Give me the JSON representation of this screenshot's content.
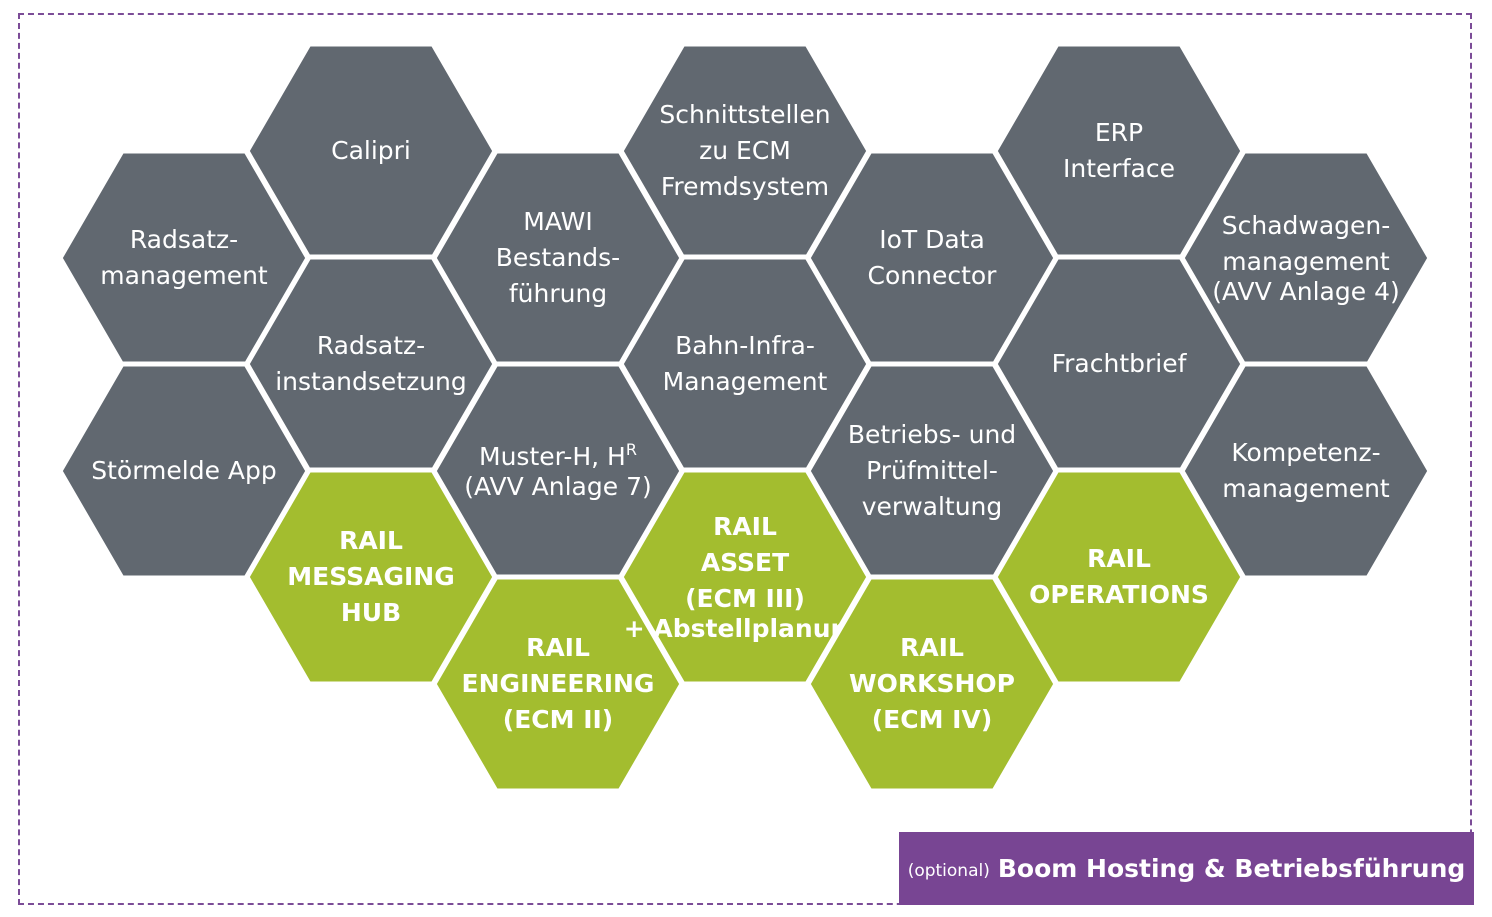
{
  "colors": {
    "gray": "#616870",
    "green": "#a3bd2f",
    "purple": "#784593",
    "frame": "#7b4c97",
    "text": "#ffffff"
  },
  "hexagons": [
    {
      "id": "radsatzmanagement",
      "col": 0,
      "row": 0,
      "type": "gray",
      "lines": [
        "Radsatz-",
        "management"
      ]
    },
    {
      "id": "stoermelde-app",
      "col": 0,
      "row": 1,
      "type": "gray",
      "lines": [
        "Störmelde App"
      ]
    },
    {
      "id": "calipri",
      "col": 1,
      "row": 0,
      "type": "gray",
      "lines": [
        "Calipri"
      ]
    },
    {
      "id": "radsatzinstandsetzung",
      "col": 1,
      "row": 1,
      "type": "gray",
      "lines": [
        "Radsatz-",
        "instandsetzung"
      ]
    },
    {
      "id": "rail-messaging-hub",
      "col": 1,
      "row": 2,
      "type": "green",
      "lines": [
        "RAIL",
        "MESSAGING",
        "HUB"
      ]
    },
    {
      "id": "mawi",
      "col": 2,
      "row": 0,
      "type": "gray",
      "lines": [
        "MAWI",
        "Bestands-",
        "führung"
      ]
    },
    {
      "id": "muster-h",
      "col": 2,
      "row": 1,
      "type": "gray",
      "lines": [
        "Muster-H, H"
      ],
      "superscript": "R",
      "small_lines": [
        "(AVV Anlage 7)"
      ]
    },
    {
      "id": "rail-engineering",
      "col": 2,
      "row": 2,
      "type": "green",
      "lines": [
        "RAIL",
        "ENGINEERING",
        "(ECM II)"
      ]
    },
    {
      "id": "schnittstellen",
      "col": 3,
      "row": 0,
      "type": "gray",
      "lines": [
        "Schnittstellen",
        "zu ECM",
        "Fremdsystem"
      ]
    },
    {
      "id": "bahn-infra",
      "col": 3,
      "row": 1,
      "type": "gray",
      "lines": [
        "Bahn-Infra-",
        "Management"
      ]
    },
    {
      "id": "rail-asset",
      "col": 3,
      "row": 2,
      "type": "green",
      "lines": [
        "RAIL",
        "ASSET",
        "(ECM III)"
      ],
      "small_lines": [
        "+ Abstellplanung"
      ]
    },
    {
      "id": "iot-data-connector",
      "col": 4,
      "row": 0,
      "type": "gray",
      "lines": [
        "IoT Data",
        "Connector"
      ]
    },
    {
      "id": "betriebsmittel",
      "col": 4,
      "row": 1,
      "type": "gray",
      "lines": [
        "Betriebs- und",
        "Prüfmittel-",
        "verwaltung"
      ]
    },
    {
      "id": "rail-workshop",
      "col": 4,
      "row": 2,
      "type": "green",
      "lines": [
        "RAIL",
        "WORKSHOP",
        "(ECM IV)"
      ]
    },
    {
      "id": "erp-interface",
      "col": 5,
      "row": 0,
      "type": "gray",
      "lines": [
        "ERP",
        "Interface"
      ]
    },
    {
      "id": "frachtbrief",
      "col": 5,
      "row": 1,
      "type": "gray",
      "lines": [
        "Frachtbrief"
      ]
    },
    {
      "id": "rail-operations",
      "col": 5,
      "row": 2,
      "type": "green",
      "lines": [
        "RAIL",
        "OPERATIONS"
      ]
    },
    {
      "id": "schadwagenmanagement",
      "col": 6,
      "row": 0,
      "type": "gray",
      "lines": [
        "Schadwagen-",
        "management"
      ],
      "small_lines": [
        "(AVV Anlage 4)"
      ]
    },
    {
      "id": "kompetenzmanagement",
      "col": 6,
      "row": 1,
      "type": "gray",
      "lines": [
        "Kompetenz-",
        "management"
      ]
    }
  ],
  "banner": {
    "optional_label": "(optional)",
    "title": "Boom Hosting & Betriebsführung"
  }
}
